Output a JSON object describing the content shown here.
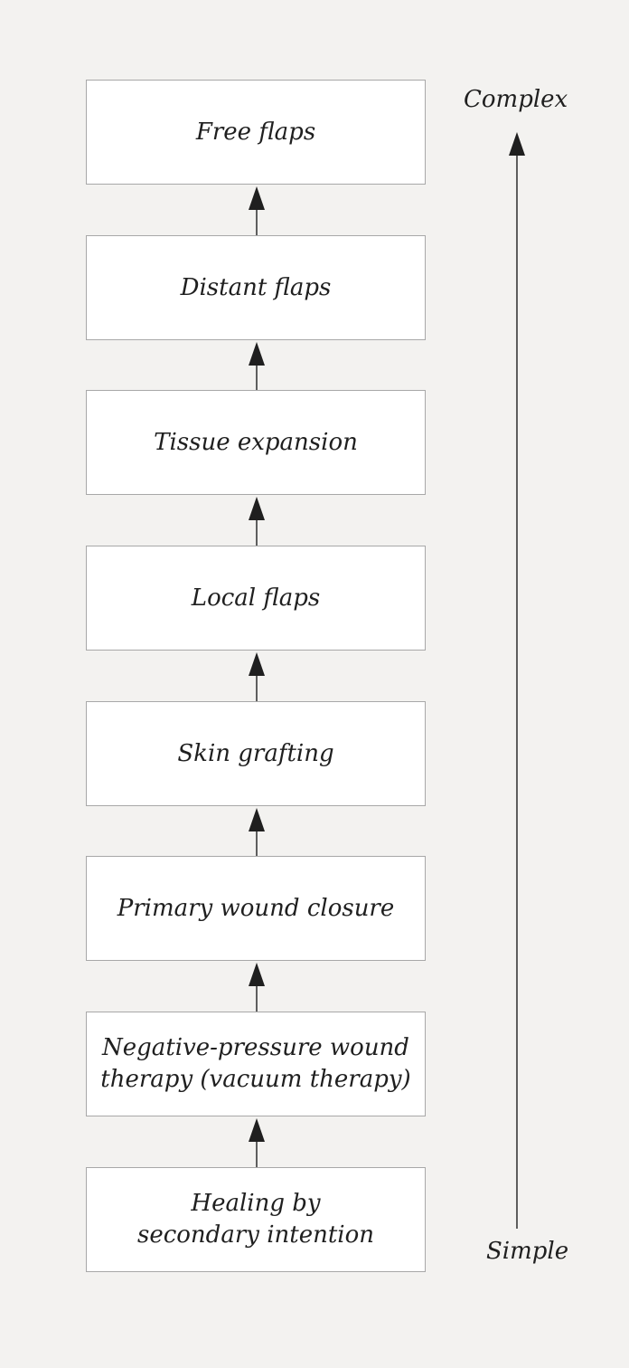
{
  "diagram": {
    "steps": [
      {
        "label": "Free flaps"
      },
      {
        "label": "Distant flaps"
      },
      {
        "label": "Tissue expansion"
      },
      {
        "label": "Local flaps"
      },
      {
        "label": "Skin grafting"
      },
      {
        "label": "Primary wound closure"
      },
      {
        "label": "Negative-pressure wound\ntherapy (vacuum therapy)"
      },
      {
        "label": "Healing by\nsecondary intention"
      }
    ],
    "scale": {
      "top_label": "Complex",
      "bottom_label": "Simple"
    },
    "colors": {
      "background": "#f3f2f0",
      "box_fill": "#ffffff",
      "box_border": "#a8a8a8",
      "arrow": "#1f1f1f"
    }
  }
}
